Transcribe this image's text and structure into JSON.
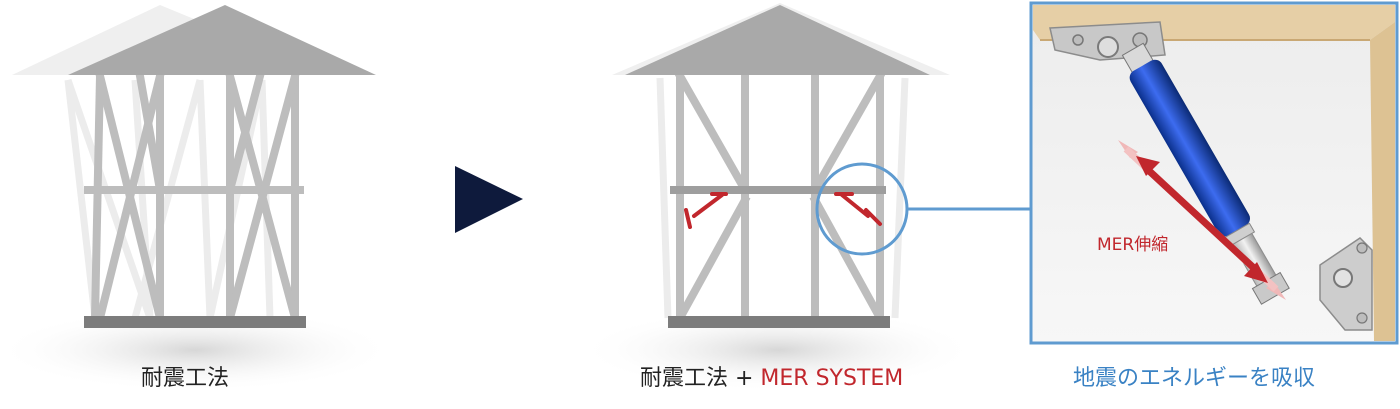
{
  "captions": {
    "left": "耐震工法",
    "middle_prefix": "耐震工法 + ",
    "middle_accent": "MER SYSTEM",
    "right": "地震のエネルギーを吸収"
  },
  "photo": {
    "label": "MER伸縮"
  },
  "colors": {
    "frame": "#bdbdbd",
    "ghost": "#ececec",
    "roof": "#a9a9a9",
    "foundation": "#7c7c7c",
    "arrow": "#0e1a3c",
    "accent_red": "#c1272d",
    "callout_blue": "#5f9bd0"
  },
  "icons": {
    "transition": "play-arrow-icon"
  }
}
